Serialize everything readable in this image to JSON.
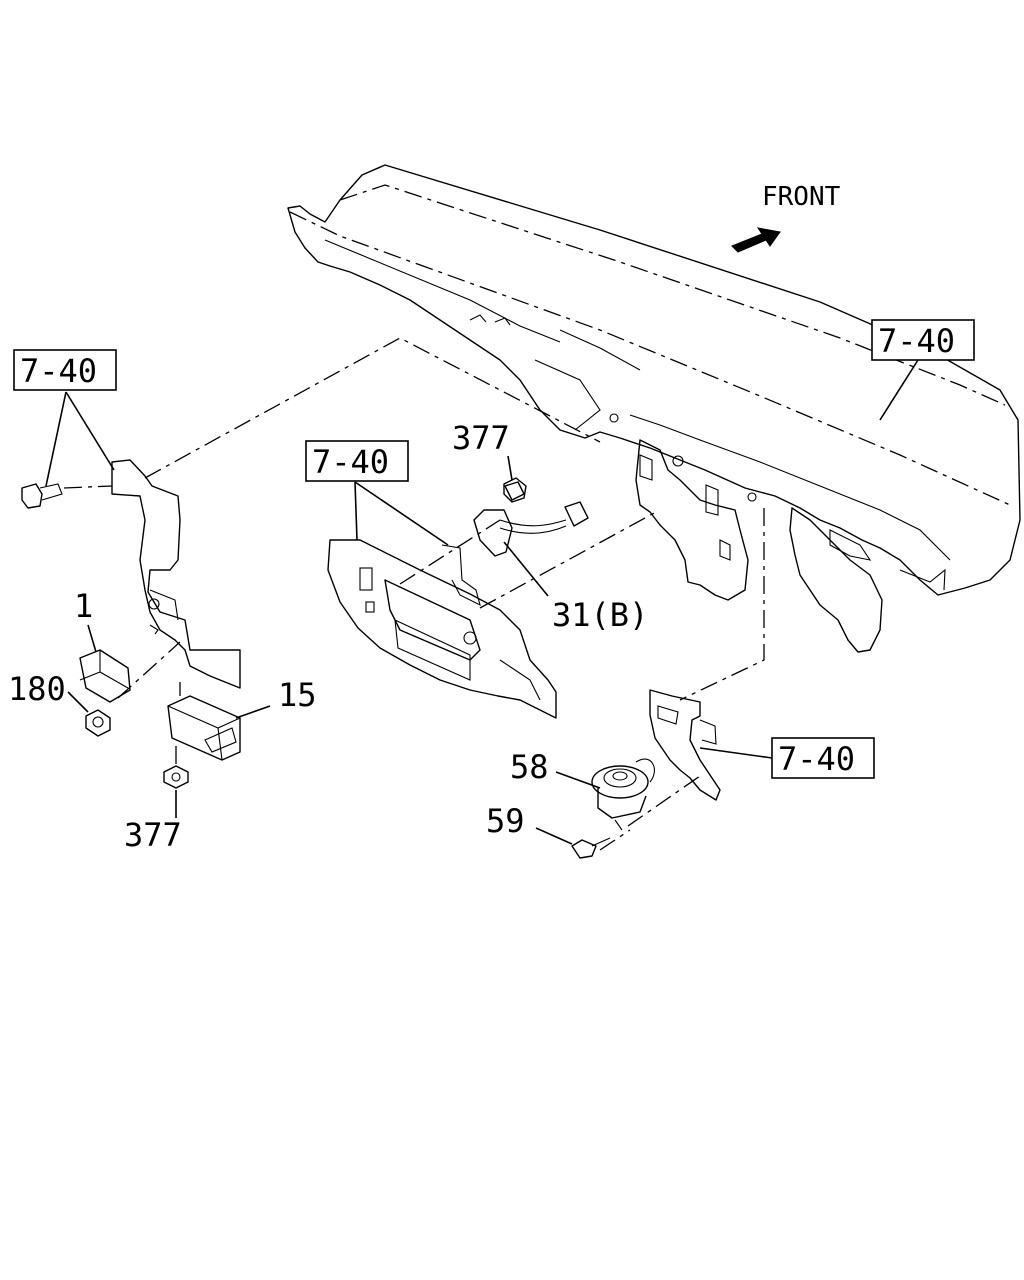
{
  "orientation": {
    "front_label": "FRONT",
    "arrow_icon": "front-arrow-icon"
  },
  "refs": {
    "top_right": "7-40",
    "top_left": "7-40",
    "center": "7-40",
    "bottom_right": "7-40"
  },
  "callouts": {
    "c377_top": "377",
    "c31b": "31(B)",
    "c1": "1",
    "c180": "180",
    "c15": "15",
    "c377_bottom": "377",
    "c58": "58",
    "c59": "59"
  }
}
